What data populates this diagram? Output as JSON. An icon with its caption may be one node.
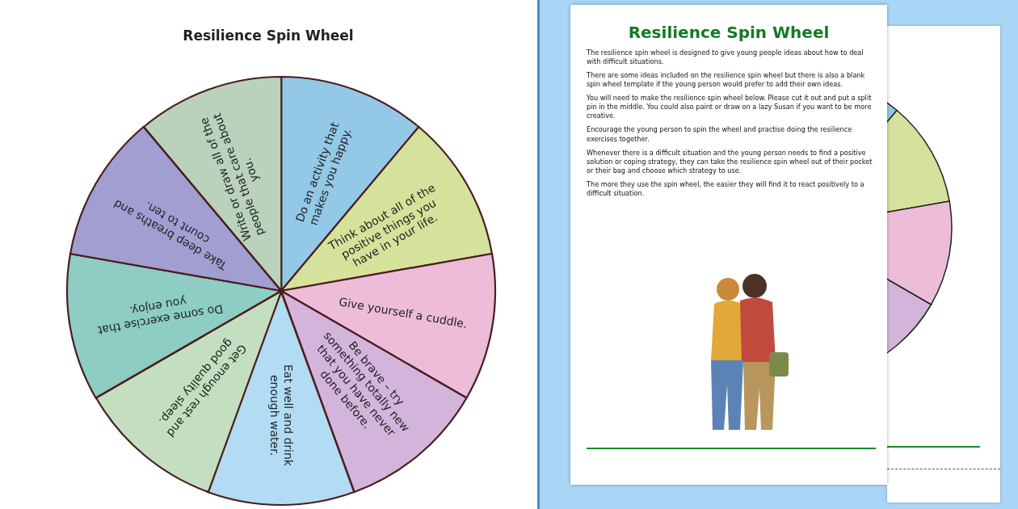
{
  "diagram": {
    "nodes": [
      {
        "text": [
          "Resilience Spin Wheel"
        ]
      },
      {
        "text": [
          "Do an activity that makes you happy."
        ],
        "in": 0
      },
      {
        "text": [
          "Think about all of the positive things you have in your life."
        ],
        "in": 0
      },
      {
        "text": [
          "Give yourself a cuddle."
        ],
        "in": 0
      },
      {
        "text": [
          "Be brave – try something totally new that you have never done before."
        ],
        "in": 0
      },
      {
        "text": [
          "Eat well and drink enough water."
        ],
        "in": 0
      },
      {
        "text": [
          "Get enough rest and good quality sleep."
        ],
        "in": 0
      },
      {
        "text": [
          "Do some exercise that you enjoy."
        ],
        "in": 0
      },
      {
        "text": [
          "Take deep breaths and count to ten."
        ],
        "in": 0
      },
      {
        "text": [
          "Write or draw all of the people that care about you."
        ],
        "in": 0
      },
      {
        "text": [],
        "shape": "box"
      },
      {
        "text": [
          "Resilience Spin Wheel",
          "The resilience spin wheel is designed to give young people ideas about how to deal with difficult situations.",
          "There are some ideas included on the resilience spin wheel but there is also a blank spin wheel template if the young person would prefer to add their own ideas.",
          "You will need to make the resilience spin wheel below. Please cut it out and put a split pin in the middle. You could also paint or draw on a lazy Susan if you want to be more creative.",
          "Encourage the young person to spin the wheel and practise doing the resilience exercises together.",
          "Whenever there is a difficult situation and the young person needs to find a positive solution or coping strategy, they can take the resilience spin wheel out of their pocket or their bag and choose which strategy to use.",
          "The more they use the spin wheel, the easier they will find it to react positively to a difficult situation."
        ]
      },
      {
        "text": [],
        "shape": "picture",
        "in": 11
      }
    ]
  }
}
